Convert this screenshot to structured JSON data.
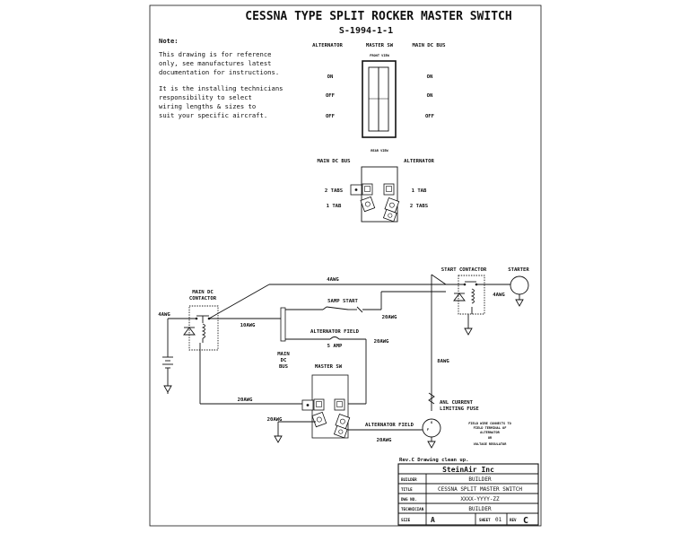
{
  "title": "CESSNA TYPE SPLIT ROCKER MASTER SWITCH",
  "part_number": "S-1994-1-1",
  "note": {
    "heading": "Note:",
    "para1": [
      "This drawing is for reference",
      "only, see manufactures latest",
      "documentation for instructions."
    ],
    "para2": [
      "It is the installing technicians",
      "responsibility to select",
      "wiring lengths & sizes to",
      "suit  your specific aircraft."
    ]
  },
  "front_view": {
    "col_alternator": "ALTERNATOR",
    "col_master": "MASTER SW",
    "col_bus": "MAIN DC BUS",
    "view_label": "FRONT VIEW",
    "alt_states": [
      "ON",
      "OFF",
      "OFF"
    ],
    "bus_states": [
      "ON",
      "ON",
      "OFF"
    ]
  },
  "rear_view": {
    "view_label": "REAR VIEW",
    "left_label": "MAIN DC BUS",
    "right_label": "ALTERNATOR",
    "left_row1": "2 TABS",
    "left_row2": "1 TAB",
    "right_row1": "1 TAB",
    "right_row2": "2 TABS"
  },
  "schematic": {
    "main_contactor": [
      "MAIN DC",
      "CONTACTOR"
    ],
    "wire_4awg_left": "4AWG",
    "wire_10awg": "10AWG",
    "wire_4awg_top": "4AWG",
    "fuse_start": "5AMP   START",
    "wire_20awg_start": "20AWG",
    "alt_field_fuse": "ALTERNATOR FIELD",
    "alt_field_amp": "5 AMP",
    "wire_20awg_field": "20AWG",
    "main_bus": [
      "MAIN",
      "DC",
      "BUS"
    ],
    "master_sw": "MASTER SW",
    "wire_20awg_bottom": "20AWG",
    "wire_20awg_ground": "20AWG",
    "alt_field_wire": "ALTERNATOR FIELD",
    "wire_20awg_alt": "20AWG",
    "start_contactor": "START CONTACTOR",
    "starter": "STARTER",
    "wire_4awg_starter": "4AWG",
    "wire_8awg": "8AWG",
    "anl_fuse": [
      "ANL CURRENT",
      "LIMITING FUSE"
    ],
    "field_note": [
      "FIELD WIRE CONNECTS TO",
      "FIELD TERMINAL OF",
      "ALTERNATOR",
      "OR",
      "VOLTAGE REGULATOR"
    ]
  },
  "title_block": {
    "revision_note": "Rev.C  Drawing clean up.",
    "company": "SteinAir Inc",
    "rows": [
      {
        "key": "BUILDER",
        "value": "BUILDER"
      },
      {
        "key": "TITLE",
        "value": "CESSNA SPLIT MASTER SWITCH"
      },
      {
        "key": "DWG NO.",
        "value": "XXXX-YYYY-ZZ"
      },
      {
        "key": "TECHNICIAN",
        "value": "BUILDER"
      }
    ],
    "size_key": "SIZE",
    "size_value": "A",
    "sheet_key": "SHEET",
    "sheet_value": "01",
    "rev_key": "REV",
    "rev_value": "C"
  }
}
